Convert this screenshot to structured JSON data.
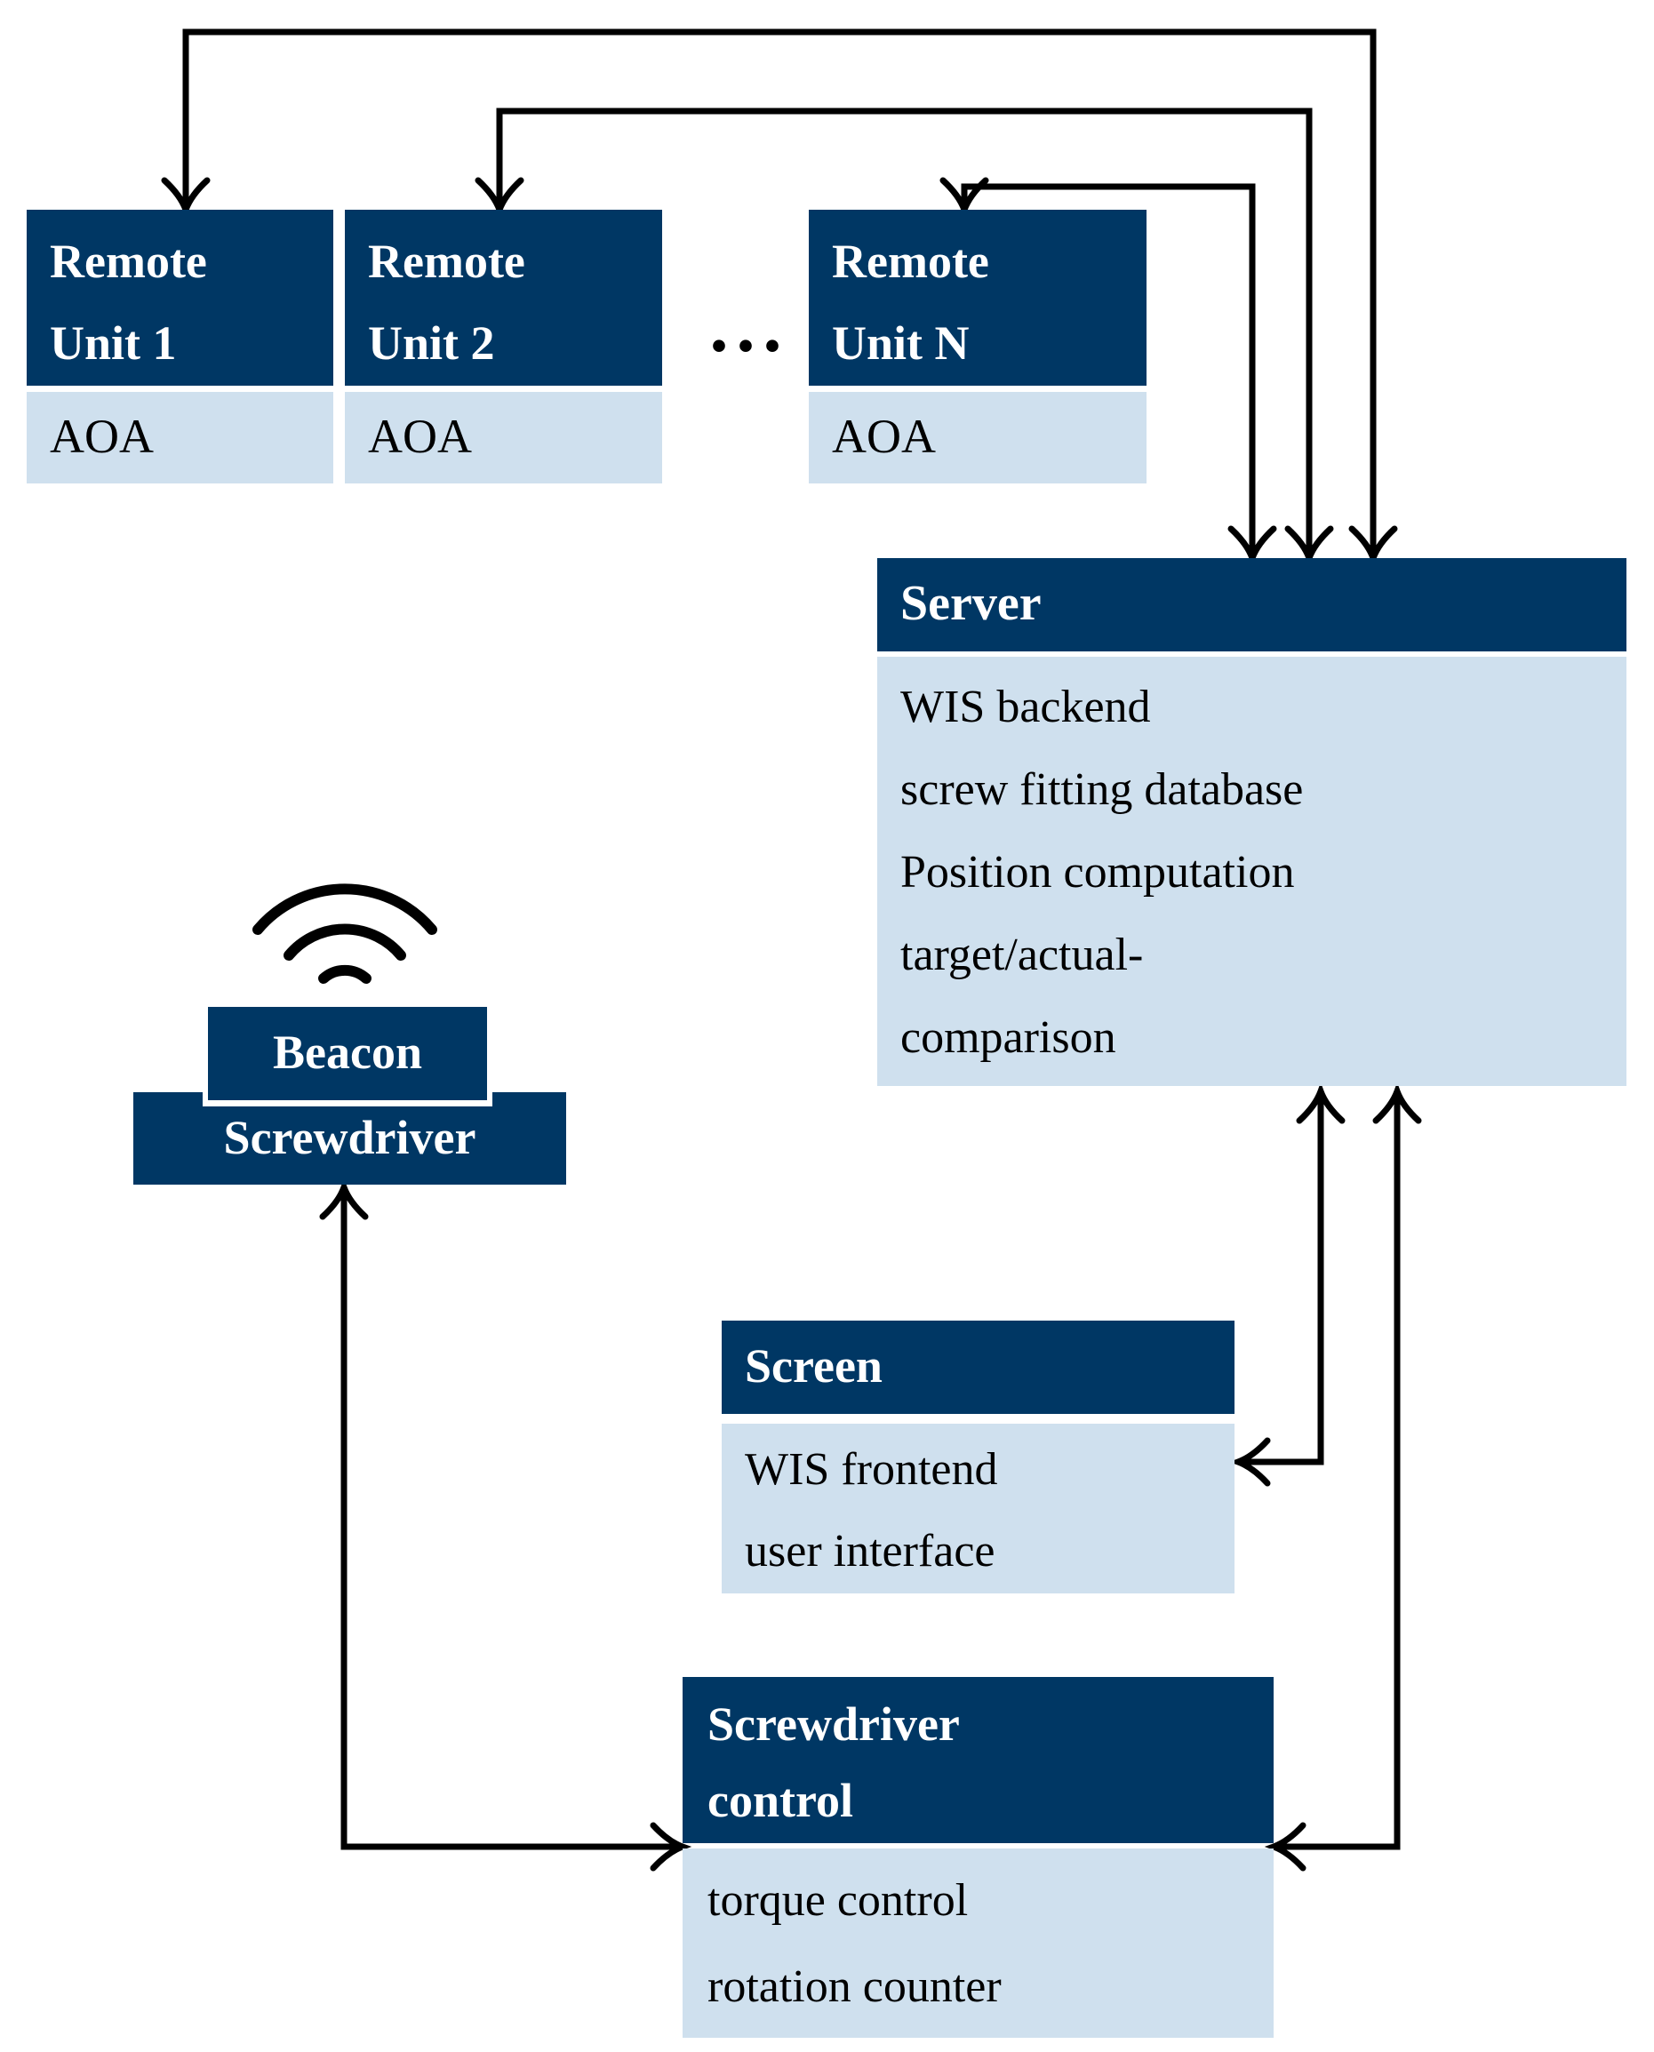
{
  "colors": {
    "header_bg": "#003764",
    "body_bg": "#cfe0ee",
    "text_on_dark": "#ffffff",
    "text_on_light": "#000000",
    "wire": "#000000"
  },
  "nodes": {
    "remote1": {
      "title_line1": "Remote",
      "title_line2": "Unit 1",
      "body": "AOA"
    },
    "remote2": {
      "title_line1": "Remote",
      "title_line2": "Unit 2",
      "body": "AOA"
    },
    "remoteN": {
      "title_line1": "Remote",
      "title_line2": "Unit N",
      "body": "AOA"
    },
    "ellipsis": "···",
    "server": {
      "title": "Server",
      "body_lines": [
        "WIS backend",
        "screw fitting database",
        "Position computation",
        "target/actual-",
        "comparison"
      ]
    },
    "beacon": {
      "label": "Beacon"
    },
    "screwdriver": {
      "label": "Screwdriver"
    },
    "screen": {
      "title": "Screen",
      "body_lines": [
        "WIS frontend",
        "user interface"
      ]
    },
    "control": {
      "title_line1": "Screwdriver",
      "title_line2": "control",
      "body_lines": [
        "torque control",
        "rotation counter"
      ]
    }
  },
  "icons": {
    "beacon_signal": "wifi-icon"
  },
  "edges": [
    {
      "from": "remote_unit_1",
      "to": "server",
      "style": "bidirectional"
    },
    {
      "from": "remote_unit_2",
      "to": "server",
      "style": "bidirectional"
    },
    {
      "from": "remote_unit_n",
      "to": "server",
      "style": "bidirectional"
    },
    {
      "from": "screen",
      "to": "server",
      "style": "bidirectional"
    },
    {
      "from": "screwdriver_control",
      "to": "server",
      "style": "bidirectional"
    },
    {
      "from": "beacon_screwdriver",
      "to": "screwdriver_control",
      "style": "bidirectional"
    }
  ]
}
